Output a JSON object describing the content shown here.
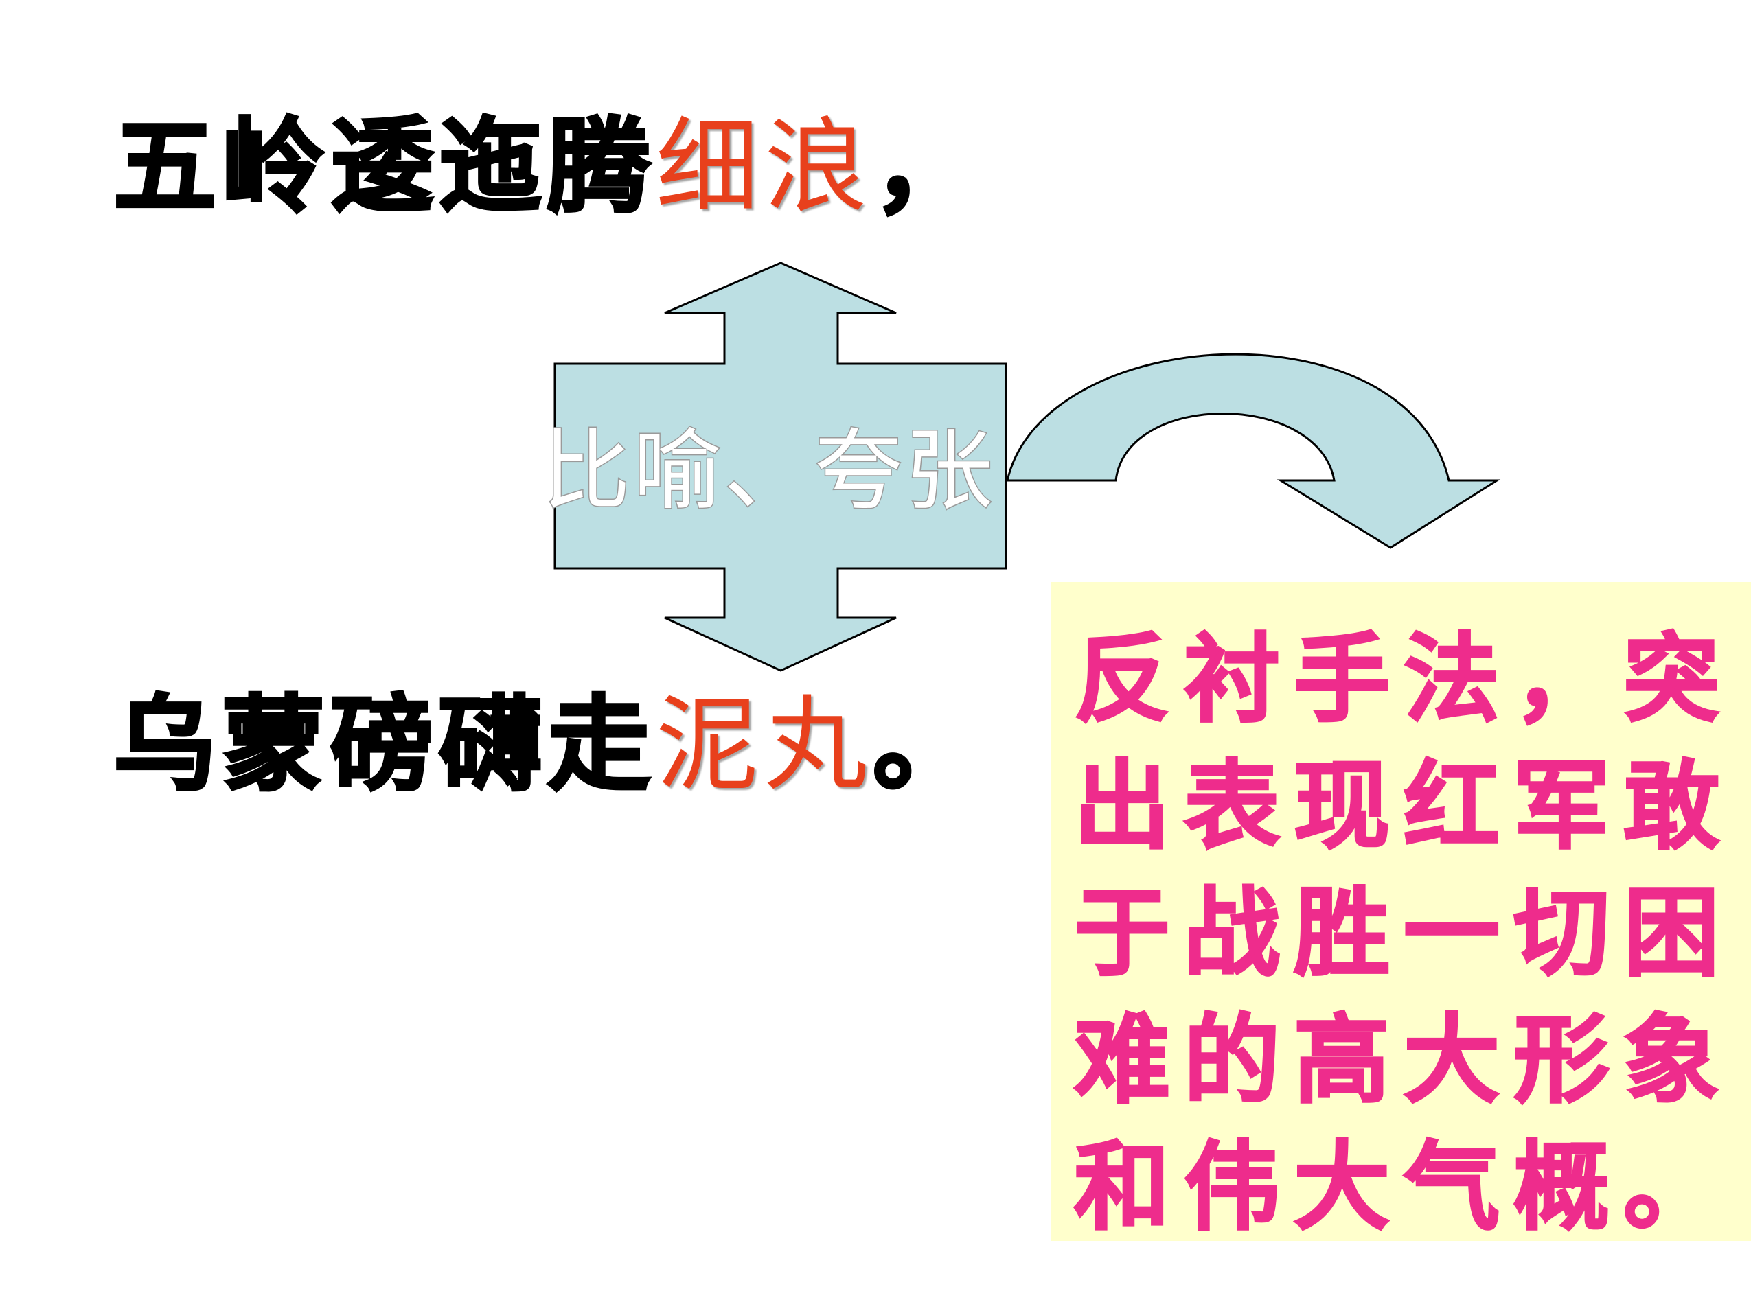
{
  "colors": {
    "background": "#ffffff",
    "poem_text": "#000000",
    "highlight_text": "#e8401c",
    "arrow_fill": "#bcdfe3",
    "arrow_stroke": "#000000",
    "arrow_label": "#ffffff",
    "callout_background": "#ffffcc",
    "callout_text": "#ee2c8c"
  },
  "poem": {
    "line1": {
      "prefix": "五岭逶迤腾",
      "highlight": "细浪",
      "suffix": "，"
    },
    "line2": {
      "prefix": "乌蒙磅礴走",
      "highlight": "泥丸",
      "suffix": "。"
    }
  },
  "arrow": {
    "label": "比喻、夸张"
  },
  "callout": {
    "lines": [
      "反衬手法，突",
      "出表现红军敢",
      "于战胜一切困",
      "难的高大形象",
      "和伟大气概。"
    ]
  }
}
